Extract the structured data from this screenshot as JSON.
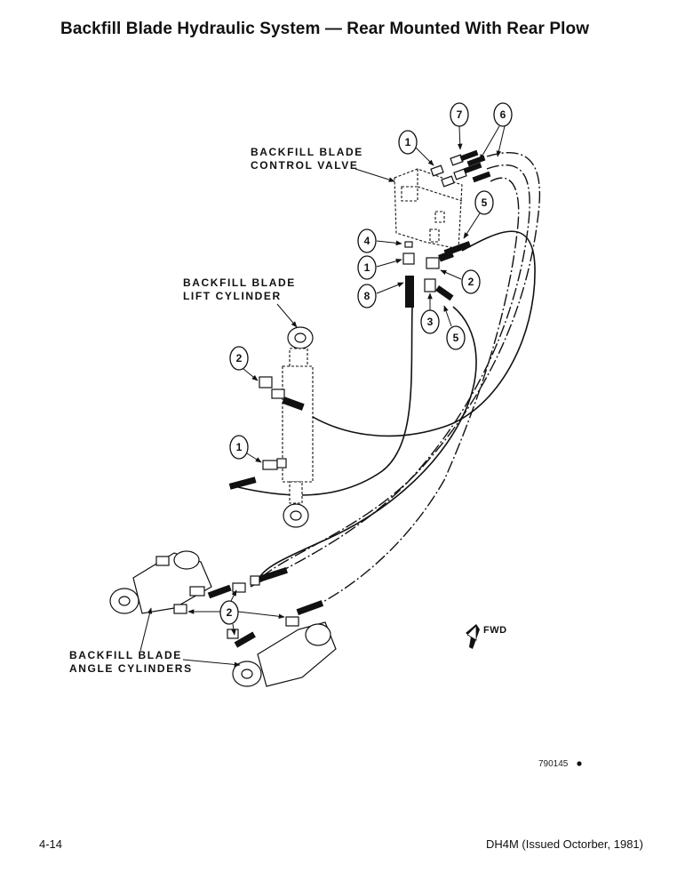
{
  "title": "Backfill Blade Hydraulic System — Rear Mounted With Rear Plow",
  "labels": {
    "control_valve_line1": "BACKFILL BLADE",
    "control_valve_line2": "CONTROL VALVE",
    "lift_cylinder_line1": "BACKFILL BLADE",
    "lift_cylinder_line2": "LIFT CYLINDER",
    "angle_cylinders_line1": "BACKFILL BLADE",
    "angle_cylinders_line2": "ANGLE CYLINDERS",
    "fwd": "FWD"
  },
  "callouts": [
    "1",
    "2",
    "3",
    "4",
    "5",
    "6",
    "7",
    "8"
  ],
  "drawing_number": "790145",
  "footer": {
    "page_number": "4-14",
    "publication": "DH4M (Issued Octorber, 1981)"
  }
}
